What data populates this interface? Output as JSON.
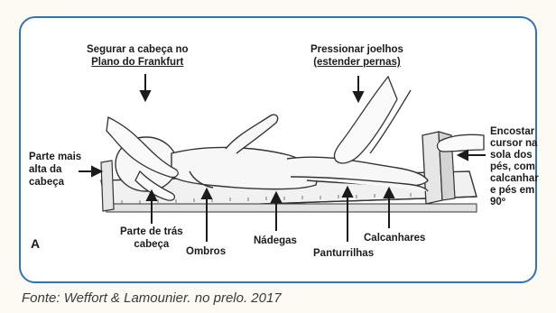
{
  "panel_letter": "A",
  "labels": {
    "hold_head_line1": "Segurar a cabeça no",
    "hold_head_line2": "Plano do Frankfurt",
    "press_knees_line1": "Pressionar joelhos",
    "press_knees_line2": "(estender pernas)",
    "top_head_line1": "Parte mais",
    "top_head_line2": "alta da",
    "top_head_line3": "cabeça",
    "back_head_line1": "Parte de trás",
    "back_head_line2": "cabeça",
    "shoulders": "Ombros",
    "buttocks": "Nádegas",
    "calves": "Panturrilhas",
    "heels": "Calcanhares",
    "slider_line1": "Encostar",
    "slider_line2": "cursor na",
    "slider_line3": "sola dos",
    "slider_line4": "pés, com",
    "slider_line5": "calcanhar",
    "slider_line6": "e pés em",
    "slider_line7": "90º"
  },
  "caption": "Fonte: Weffort & Lamounier. no prelo. 2017",
  "colors": {
    "frame": "#2f74b5",
    "ink": "#1b1b1b"
  }
}
